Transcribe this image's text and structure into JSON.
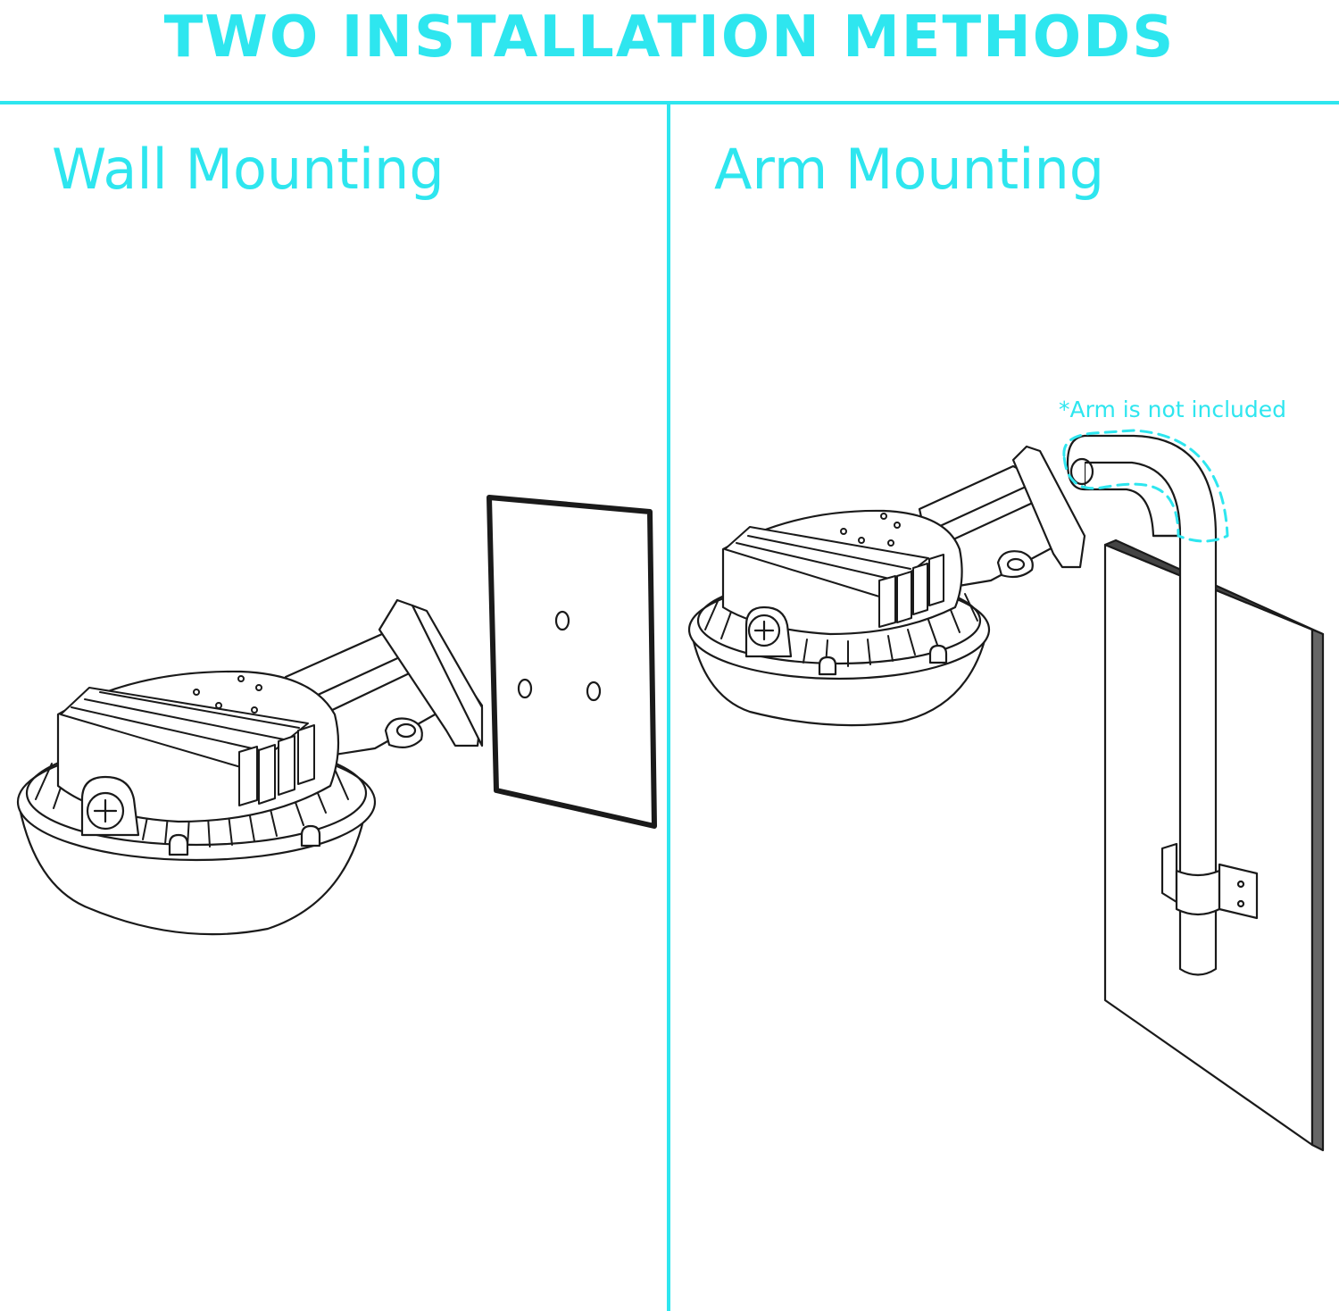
{
  "header": {
    "title": "TWO INSTALLATION METHODS"
  },
  "panels": {
    "wall": {
      "title": "Wall Mounting"
    },
    "arm": {
      "title": "Arm Mounting",
      "note": "*Arm is not included"
    }
  },
  "colors": {
    "accent": "#2ee6ef",
    "line": "#1a1a1a"
  }
}
